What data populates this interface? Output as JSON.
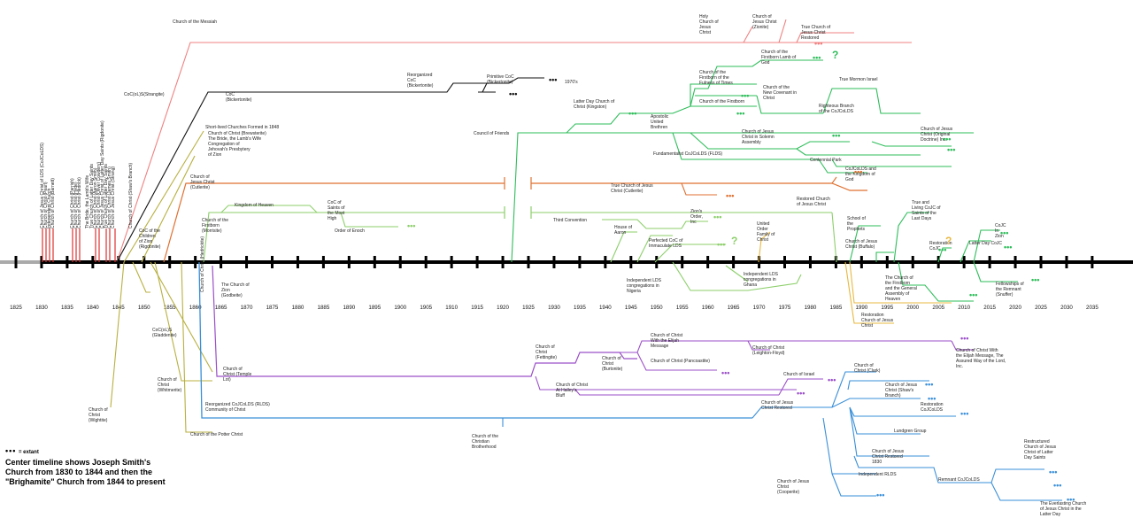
{
  "timeline": {
    "years": [
      "1825",
      "1830",
      "1835",
      "1840",
      "1845",
      "1850",
      "1855",
      "1860",
      "1865",
      "1870",
      "1875",
      "1880",
      "1885",
      "1890",
      "1895",
      "1900",
      "1905",
      "1910",
      "1915",
      "1920",
      "1925",
      "1930",
      "1935",
      "1940",
      "1945",
      "1950",
      "1955",
      "1960",
      "1965",
      "1970",
      "1975",
      "1980",
      "1985",
      "1990",
      "1995",
      "2000",
      "2005",
      "2010",
      "2015",
      "2020",
      "2025",
      "2030",
      "2035"
    ]
  },
  "colors": {
    "axis": "#000000",
    "early": "#e03030",
    "pink": "#f08080",
    "black": "#111111",
    "green": "#2ebd5a",
    "lightgreen": "#8ccf6a",
    "orange": "#e07030",
    "olive": "#b8b040",
    "purple": "#9b4fc8",
    "blue": "#3a8fd8",
    "gold": "#e8b840"
  },
  "labels": {
    "messiah": "Church of the Messiah",
    "cocstrangite": "CoC(oL)S(Strangite)",
    "coc_bickertonite": "CoC (Bickertonite)",
    "reorg_coc": "Reorganized CoC (Bickertonite)",
    "primitive_coc": "Primitive CoC (Bickertonite)",
    "dates_1970s": "1970's",
    "holy_church": "Holy Church of Jesus Christ",
    "coc_zion": "Church of Jesus Christ (Zionite)",
    "true_coc_restored": "True Church of Jesus Christ Restored",
    "short_lived": "Short-lived Churches Formed in 1848",
    "short_lived_1": "Church of Christ (Brewsterite)",
    "short_lived_2": "The Bride, the Lamb's Wife",
    "short_lived_3": "Congregation of Jehovah's Presbytery of Zion",
    "cojc_cutlerite": "Church of Jesus Christ (Cutlerite)",
    "true_cojc_cutlerite": "True Church of Jesus Christ (Cutlerite)",
    "restored_cojc": "Restored Church of Jesus Christ",
    "kingdom_heaven": "Kingdom of Heaven",
    "cocsaints_most_high": "CoC of Saints of the Most High",
    "order_enoch": "Order of Enoch",
    "firstborn_morrisite": "Church of the Firstborn (Morrisite)",
    "children_zion": "CoC of the Children of Zion (Rigdonite)",
    "council_friends": "Council of Friends",
    "ldscoc_kingston": "Latter Day Church of Christ (Kingston)",
    "apostolic_united": "Apostolic United Brethren",
    "firstborn_fulness": "Church of the Firstborn of the Fulness of Times",
    "firstborn_lambs": "Church of the Firstborn Lamb of God",
    "firstborn": "Church of the Firstborn",
    "new_covenant": "Church of the New Covenant in Christ",
    "true_mormon_israel": "True Mormon Israel",
    "righteous_branch": "Righteous Branch of the CoJCoLDS",
    "cojc_solemn": "Church of Jesus Christ in Solemn Assembly",
    "cojc_original": "Church of Jesus Christ (Original Doctrine) Inc.",
    "fundamentalist": "Fundamentalist CoJCoLDS (FLDS)",
    "centennial_park": "Centennial Park",
    "cojcdls_kingdom": "CoJCoLDS and the Kingdom of God",
    "third_convention": "Third Convention",
    "house_aaron": "House of Aaron",
    "zions_order": "Zion's Order, Inc",
    "perfected_coc": "Perfected CoC of Immaculate LDS",
    "united_order_family": "United Order Family of Christ",
    "school_prophets": "School of the Prophets",
    "cojc_zion_buffalo": "Church of Jesus Christ (Buffalo)",
    "true_living": "True and Living CoJC of Saints of the Last Days",
    "restoration_cocjc": "Restoration CoJC",
    "coc_in_zion": "CoJC In Zion",
    "latter_day_coc": "Latter Day CoJC",
    "independent_lds_nigeria": "Independent LDS congregations in Nigeria",
    "independent_lds_ghana": "Independent LDS congregations in Ghana",
    "church_firstborn_general": "The Church of the Firstborn and the General Assembly of Heaven",
    "fellowships_remnant": "Fellowships of the Remnant (Snuffer)",
    "restoration_church_jc": "Restoration Church of Jesus Christ",
    "church_zion_gladden": "The Church of Zion (Godbeite)",
    "coc_gladdenite": "CoC(oL)S (Gladdenite)",
    "coc_temple_lot": "Church of Christ (Temple Lot)",
    "coc_whitmerite": "Church of Christ (Whitmerite)",
    "coc_hedrickite": "Church of Christ (Hedrickite)",
    "coc_fettingite": "Church of Christ (Fettingite)",
    "coc_elijah": "Church of Christ With the Elijah Message",
    "coc_burtonite": "Church of Christ (Burtonite)",
    "coc_leighton": "Church of Christ (Leighton-Floyd)",
    "coc_elijah_2": "Church of Christ With the Elijah Message, The Assured Way of the Lord, Inc.",
    "coc_pancoastite": "Church of Christ (Pancoastite)",
    "coc_halleys_bluff": "Church of Christ At Halley's Bluff",
    "church_israel": "Church of Israel",
    "coc_clark": "Church of Christ (Clark)",
    "cojc_restored_shaws": "Church of Jesus Christ (Shaw's Branch)",
    "restoration_cojc": "Restoration CoJCoLDS",
    "lundgren": "Lundgren Group",
    "cojc_restored_1830": "Church of Jesus Christ Restored 1830",
    "independent_rlds": "Independent RLDS",
    "remnant_coc": "Remnant CoJCoLDS",
    "restructured": "Restructured Church of Jesus Christ of Latter Day Saints",
    "everlasting": "The Everlasting Church of Jesus Christ in the Latter Day",
    "cojc_cooperite": "Church of Jesus Christ (Cooperite)",
    "reorganized_rlds": "Reorganized CoJCoLDS (RLDS) Community of Christ",
    "church_christian_brotherhood": "Church of the Christian Brotherhood",
    "church_potter_christ": "Church of the Potter Christ",
    "coc_wightite": "Church of Christ (Wightite)",
    "cojc_restored": "Church of Jesus Christ Restored",
    "cojc_cutlerite_2": "Church of Jesus Christ (Cutlerite)",
    "early_1": "Church of Jesus Christ of LDS (CoJCoLDS)",
    "early_2": "Church of Christ (Pearl)",
    "early_3": "Independent Church",
    "early_4": "Church of Christ (Barnett)",
    "early_5": "Church of Christ (Parrish)",
    "early_6": "Church of Christ (Hyde)",
    "early_7": "Church of Christ (Hedrick)",
    "early_8": "The Bride, the Lamb's Wife",
    "early_9": "True Church of Latter Day Saints",
    "early_10": "Church of Christ (Aaron Smith)",
    "early_11": "Church of Christ (Oliver Cowdery)",
    "early_12": "Church of Jesus Christ of Latter Day Saints (Rigdonite)",
    "early_13": "True Church of Latter Day Saints",
    "early_14": "Church of Christ (James Smith)",
    "early_15": "Church of Jesus Christ (Strang)",
    "early_16": "Church of Christ (Shaw's Branch)"
  },
  "legend": {
    "dots": "•••",
    "extant": "= extant",
    "line1": "Center timeline shows Joseph Smith's",
    "line2": "Church from 1830 to 1844 and then the",
    "line3": "\"Brighamite\" Church from 1844 to present"
  },
  "markers": {
    "question": "?",
    "dots": "•••"
  }
}
